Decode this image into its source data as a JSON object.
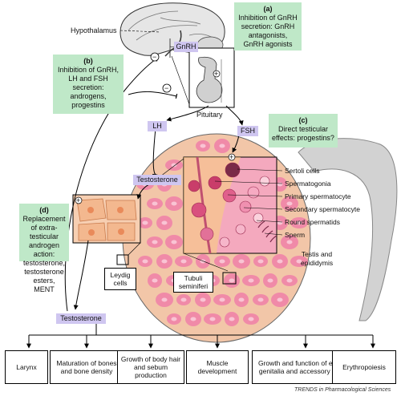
{
  "notes": {
    "a": {
      "letter": "(a)",
      "text": "Inhibition of GnRH secretion: GnRH antagonists, GnRH agonists"
    },
    "b": {
      "letter": "(b)",
      "text": "Inhibition of GnRH, LH and FSH secretion: androgens, progestins"
    },
    "c": {
      "letter": "(c)",
      "text": "Direct testicular effects: progestins?"
    },
    "d": {
      "letter": "(d)",
      "text": "Replacement of extra-testicular androgen action: testosterone, testosterone esters, MENT"
    }
  },
  "hormones": {
    "gnrh": "GnRH",
    "lh": "LH",
    "fsh": "FSH",
    "testosterone_inner": "Testosterone",
    "testosterone_outer": "Testosterone"
  },
  "labels": {
    "hypothalamus": "Hypothalamus",
    "pituitary": "Pituitary",
    "leydig": "Leydig cells",
    "tubuli": "Tubuli seminiferi",
    "testis": "Testis and epididymis",
    "plus": "+",
    "minus": "−"
  },
  "cell_types": [
    "Sertoli cells",
    "Spermatogonia",
    "Primary spermatocyte",
    "Secondary spermatocyte",
    "Round spermatids",
    "Sperm"
  ],
  "effects": [
    "Larynx",
    "Maturation of bones and bone density",
    "Growth of body hair and sebum production",
    "Muscle development",
    "Growth and function of external genitalia and accessory glands",
    "Erythropoiesis"
  ],
  "credit": "TRENDS in Pharmacological Sciences",
  "colors": {
    "note_bg": "#bfe8c8",
    "hormone_bg": "#cfc6f0",
    "testis_fill": "#f2c6a8",
    "tubule_fill": "#f08aa8",
    "tubule_inner": "#f9c4d4"
  }
}
